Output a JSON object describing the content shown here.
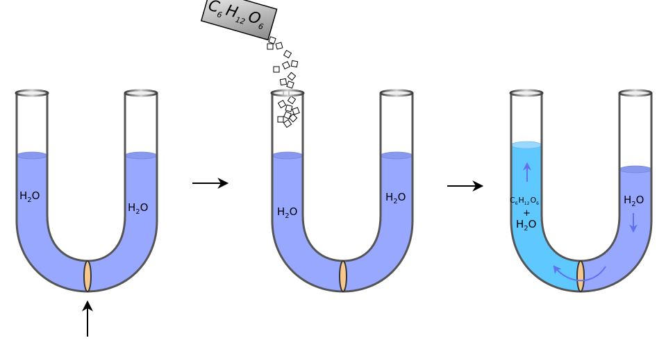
{
  "diagram": {
    "panel1": {
      "left_label": "H2O",
      "right_label": "H2O",
      "left_main": "H",
      "left_sub": "2",
      "left_tail": "O",
      "right_main": "H",
      "right_sub": "2",
      "right_tail": "O"
    },
    "panel2": {
      "box": {
        "c": "C",
        "c_sub": "6",
        "h": "H",
        "h_sub": "12",
        "o": "O",
        "o_sub": "6"
      },
      "left_main": "H",
      "left_sub": "2",
      "left_tail": "O",
      "right_main": "H",
      "right_sub": "2",
      "right_tail": "O"
    },
    "panel3": {
      "sol_c": "C",
      "sol_c_sub": "6",
      "sol_h": "H",
      "sol_h_sub": "12",
      "sol_o": "O",
      "sol_o_sub": "6",
      "plus": "+",
      "left_main": "H",
      "left_sub": "2",
      "left_tail": "O",
      "right_main": "H",
      "right_sub": "2",
      "right_tail": "O"
    },
    "colors": {
      "water": "#98a8ff",
      "water_top": "#8898f0",
      "solution": "#5fc8ff",
      "solution_top": "#9ad8ff",
      "membrane": "#f4c890",
      "flow_arrow": "#6070f0",
      "glass": "#555555"
    }
  }
}
